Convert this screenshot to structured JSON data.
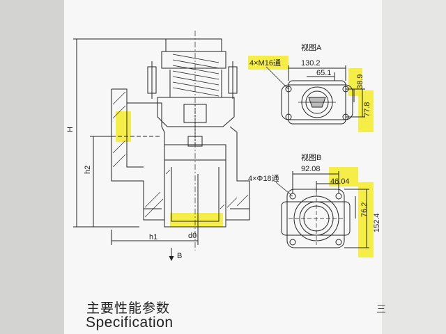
{
  "section": {
    "title_cn": "主要性能参数",
    "title_en": "Specification",
    "cut_char": "三"
  },
  "valve_section": {
    "dimensions": {
      "height": "H",
      "inlet_height": "h2",
      "outlet_offset": "h1",
      "bore": "d0"
    },
    "flow_arrow": "B"
  },
  "view_a": {
    "title": "视图A",
    "bolt_callout": "4×M16通",
    "dims": {
      "width_outer": "130.2",
      "width_inner": "65.1",
      "height_inner": "38.9",
      "height_outer": "77.8"
    }
  },
  "view_b": {
    "title": "视图B",
    "hole_callout": "4×Φ18通",
    "dims": {
      "width_outer": "92.08",
      "width_inner": "46.04",
      "height_inner": "76.2",
      "height_outer": "152.4"
    }
  },
  "colors": {
    "highlight": "#f4ec2a",
    "line": "#222222",
    "paper": "#f7f7f7"
  }
}
